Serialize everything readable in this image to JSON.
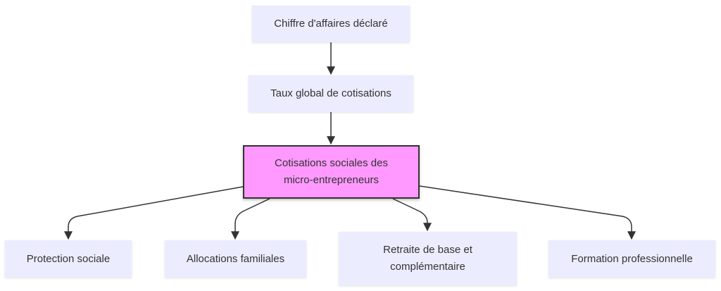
{
  "nodes": {
    "chiffre": "Chiffre d'affaires déclaré",
    "taux": "Taux global de cotisations",
    "cotisations_line1": "Cotisations sociales des",
    "cotisations_line2": "micro-entrepreneurs",
    "protection": "Protection sociale",
    "allocations": "Allocations familiales",
    "retraite_line1": "Retraite de base et",
    "retraite_line2": "complémentaire",
    "formation": "Formation professionnelle"
  },
  "colors": {
    "node_fill": "#ECECFF",
    "highlight_fill": "#FF99FF",
    "edge": "#333333",
    "text": "#333333"
  }
}
